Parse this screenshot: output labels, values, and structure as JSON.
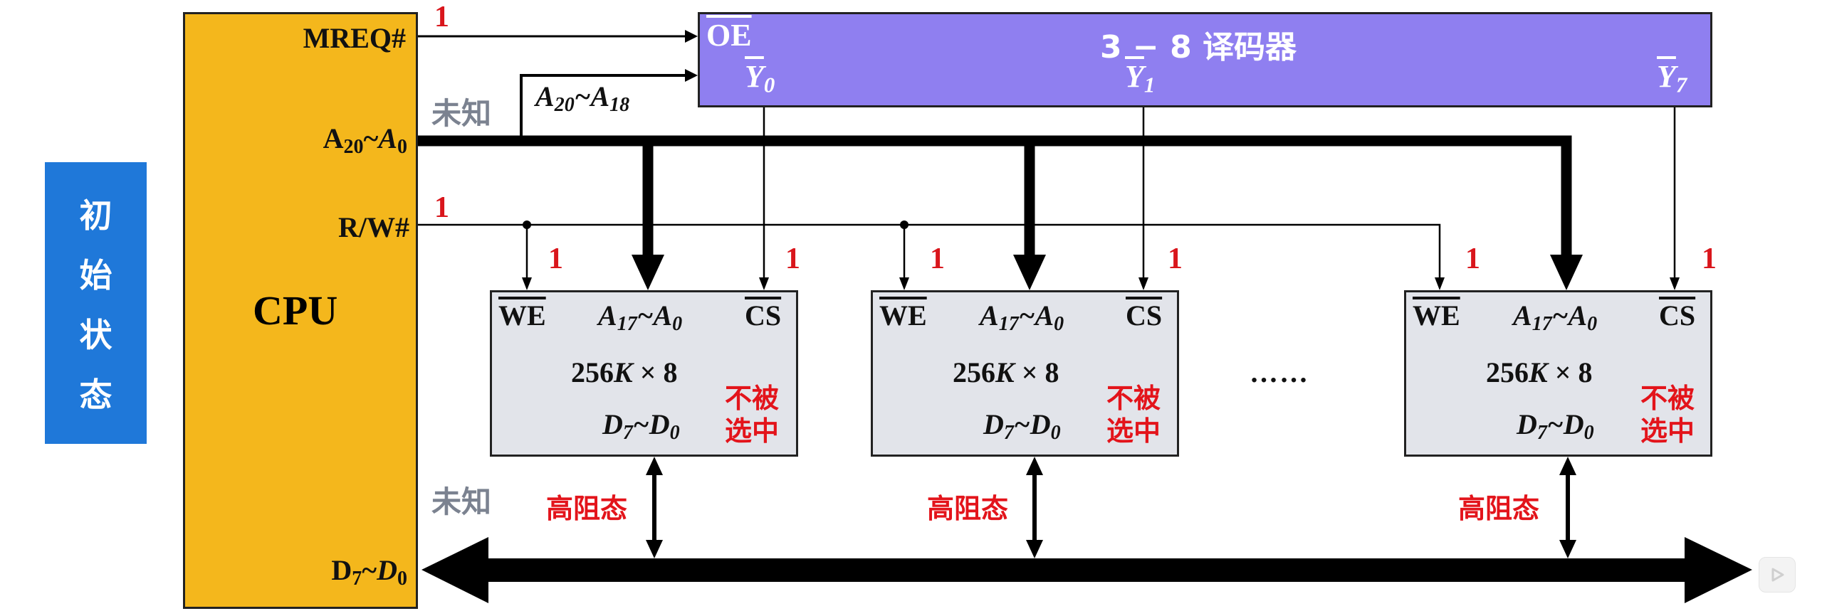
{
  "state_label": [
    "初",
    "始",
    "状",
    "态"
  ],
  "cpu": {
    "title": "CPU",
    "pins": {
      "mreq": "MREQ#",
      "addr_main": "A",
      "addr_sub1": "20",
      "addr_tilde": "~",
      "addr_main2": "A",
      "addr_sub2": "0",
      "rw": "R/W#",
      "data_main": "D",
      "data_sub1": "7",
      "data_tilde": "~",
      "data_main2": "D",
      "data_sub2": "0"
    }
  },
  "signals": {
    "mreq_value": "1",
    "rw_value": "1",
    "addr_state": "未知",
    "data_state": "未知",
    "decoder_input": {
      "a": "A",
      "s1": "20",
      "t": "~",
      "b": "A",
      "s2": "18"
    }
  },
  "decoder": {
    "title": "3 − 8 译码器",
    "enable": "OE",
    "outputs": [
      {
        "name": "Y",
        "index": "0"
      },
      {
        "name": "Y",
        "index": "1"
      },
      {
        "name": "Y",
        "index": "7"
      }
    ]
  },
  "chips": [
    {
      "we": "WE",
      "addr_a": "A",
      "addr_s1": "17",
      "addr_t": "~",
      "addr_b": "A",
      "addr_s2": "0",
      "cs": "CS",
      "capacity_num": "256",
      "capacity_k": "K",
      "capacity_rest": " × 8",
      "data_a": "D",
      "data_s1": "7",
      "data_t": "~",
      "data_b": "D",
      "data_s2": "0",
      "status_line1": "不被",
      "status_line2": "选中",
      "we_value": "1",
      "cs_value": "1",
      "bus_state": "高阻态"
    },
    {
      "we": "WE",
      "addr_a": "A",
      "addr_s1": "17",
      "addr_t": "~",
      "addr_b": "A",
      "addr_s2": "0",
      "cs": "CS",
      "capacity_num": "256",
      "capacity_k": "K",
      "capacity_rest": " × 8",
      "data_a": "D",
      "data_s1": "7",
      "data_t": "~",
      "data_b": "D",
      "data_s2": "0",
      "status_line1": "不被",
      "status_line2": "选中",
      "we_value": "1",
      "cs_value": "1",
      "bus_state": "高阻态"
    },
    {
      "we": "WE",
      "addr_a": "A",
      "addr_s1": "17",
      "addr_t": "~",
      "addr_b": "A",
      "addr_s2": "0",
      "cs": "CS",
      "capacity_num": "256",
      "capacity_k": "K",
      "capacity_rest": " × 8",
      "data_a": "D",
      "data_s1": "7",
      "data_t": "~",
      "data_b": "D",
      "data_s2": "0",
      "status_line1": "不被",
      "status_line2": "选中",
      "we_value": "1",
      "cs_value": "1",
      "bus_state": "高阻态"
    }
  ],
  "ellipsis": "……",
  "watermark_icon": "video-play-icon",
  "colors": {
    "cpu_fill": "#f4b71c",
    "decoder_fill": "#8f7ff0",
    "chip_fill": "#e2e4ea",
    "state_box": "#1f78d9",
    "highlight_red": "#e3141b",
    "unknown_grey": "#7b8290"
  }
}
